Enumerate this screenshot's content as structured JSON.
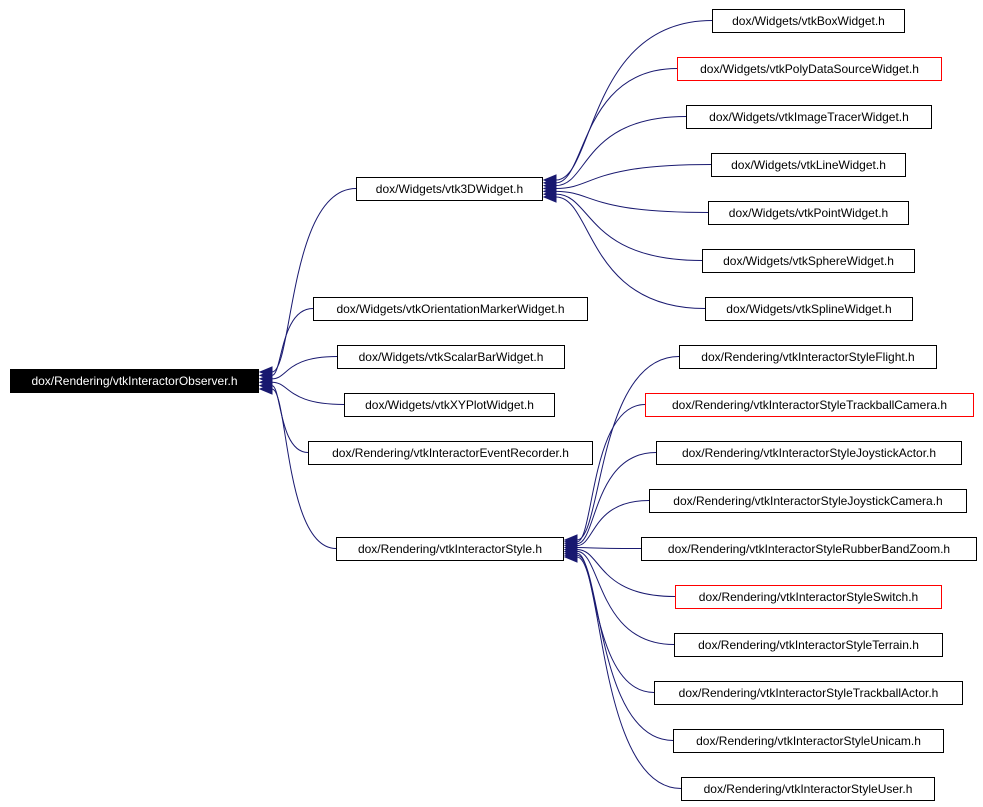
{
  "diagram": {
    "edge_color": "#191970",
    "missing_border_color": "#ff0000",
    "nodes": [
      {
        "id": "root",
        "label": "dox/Rendering/vtkInteractorObserver.h",
        "style": "root"
      },
      {
        "id": "w3d",
        "label": "dox/Widgets/vtk3DWidget.h",
        "style": "normal"
      },
      {
        "id": "orient",
        "label": "dox/Widgets/vtkOrientationMarkerWidget.h",
        "style": "normal"
      },
      {
        "id": "scalar",
        "label": "dox/Widgets/vtkScalarBarWidget.h",
        "style": "normal"
      },
      {
        "id": "xyplot",
        "label": "dox/Widgets/vtkXYPlotWidget.h",
        "style": "normal"
      },
      {
        "id": "recorder",
        "label": "dox/Rendering/vtkInteractorEventRecorder.h",
        "style": "normal"
      },
      {
        "id": "istyle",
        "label": "dox/Rendering/vtkInteractorStyle.h",
        "style": "normal"
      },
      {
        "id": "box",
        "label": "dox/Widgets/vtkBoxWidget.h",
        "style": "normal"
      },
      {
        "id": "polysrc",
        "label": "dox/Widgets/vtkPolyDataSourceWidget.h",
        "style": "missing"
      },
      {
        "id": "tracer",
        "label": "dox/Widgets/vtkImageTracerWidget.h",
        "style": "normal"
      },
      {
        "id": "line",
        "label": "dox/Widgets/vtkLineWidget.h",
        "style": "normal"
      },
      {
        "id": "point",
        "label": "dox/Widgets/vtkPointWidget.h",
        "style": "normal"
      },
      {
        "id": "sphere",
        "label": "dox/Widgets/vtkSphereWidget.h",
        "style": "normal"
      },
      {
        "id": "spline",
        "label": "dox/Widgets/vtkSplineWidget.h",
        "style": "normal"
      },
      {
        "id": "flight",
        "label": "dox/Rendering/vtkInteractorStyleFlight.h",
        "style": "normal"
      },
      {
        "id": "tbcam",
        "label": "dox/Rendering/vtkInteractorStyleTrackballCamera.h",
        "style": "missing"
      },
      {
        "id": "joyact",
        "label": "dox/Rendering/vtkInteractorStyleJoystickActor.h",
        "style": "normal"
      },
      {
        "id": "joycam",
        "label": "dox/Rendering/vtkInteractorStyleJoystickCamera.h",
        "style": "normal"
      },
      {
        "id": "rubber",
        "label": "dox/Rendering/vtkInteractorStyleRubberBandZoom.h",
        "style": "normal"
      },
      {
        "id": "switch",
        "label": "dox/Rendering/vtkInteractorStyleSwitch.h",
        "style": "missing"
      },
      {
        "id": "terrain",
        "label": "dox/Rendering/vtkInteractorStyleTerrain.h",
        "style": "normal"
      },
      {
        "id": "tbact",
        "label": "dox/Rendering/vtkInteractorStyleTrackballActor.h",
        "style": "normal"
      },
      {
        "id": "unicam",
        "label": "dox/Rendering/vtkInteractorStyleUnicam.h",
        "style": "normal"
      },
      {
        "id": "user",
        "label": "dox/Rendering/vtkInteractorStyleUser.h",
        "style": "normal"
      }
    ],
    "edges": [
      {
        "from": "w3d",
        "to": "root"
      },
      {
        "from": "orient",
        "to": "root"
      },
      {
        "from": "scalar",
        "to": "root"
      },
      {
        "from": "xyplot",
        "to": "root"
      },
      {
        "from": "recorder",
        "to": "root"
      },
      {
        "from": "istyle",
        "to": "root"
      },
      {
        "from": "box",
        "to": "w3d"
      },
      {
        "from": "polysrc",
        "to": "w3d"
      },
      {
        "from": "tracer",
        "to": "w3d"
      },
      {
        "from": "line",
        "to": "w3d"
      },
      {
        "from": "point",
        "to": "w3d"
      },
      {
        "from": "sphere",
        "to": "w3d"
      },
      {
        "from": "spline",
        "to": "w3d"
      },
      {
        "from": "flight",
        "to": "istyle"
      },
      {
        "from": "tbcam",
        "to": "istyle"
      },
      {
        "from": "joyact",
        "to": "istyle"
      },
      {
        "from": "joycam",
        "to": "istyle"
      },
      {
        "from": "rubber",
        "to": "istyle"
      },
      {
        "from": "switch",
        "to": "istyle"
      },
      {
        "from": "terrain",
        "to": "istyle"
      },
      {
        "from": "tbact",
        "to": "istyle"
      },
      {
        "from": "unicam",
        "to": "istyle"
      },
      {
        "from": "user",
        "to": "istyle"
      }
    ]
  }
}
